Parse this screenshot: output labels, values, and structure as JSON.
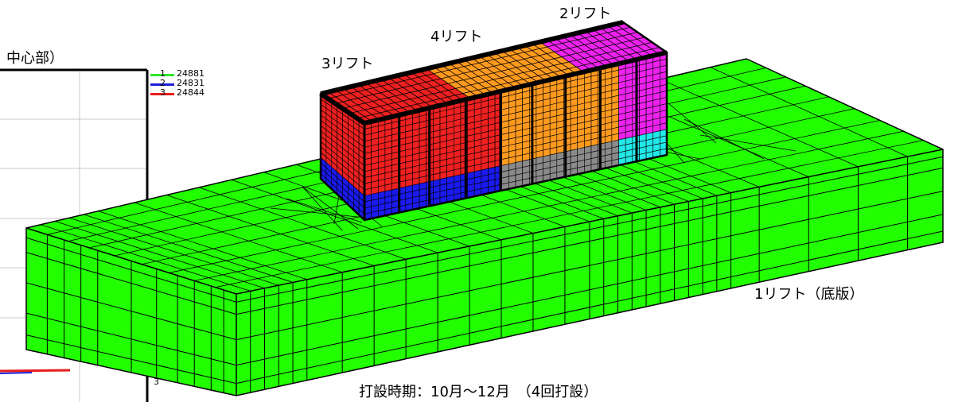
{
  "partial_chart": {
    "title_fragment": "中心部）",
    "legend": [
      {
        "number": "1",
        "value": "24881",
        "color": "#2ee82e"
      },
      {
        "number": "2",
        "value": "24831",
        "color": "#1c1cd8"
      },
      {
        "number": "3",
        "value": "24844",
        "color": "#e81c1c"
      }
    ],
    "tick_label": "3"
  },
  "labels": {
    "lift1": "1リフト（底版）",
    "lift2": "2リフト",
    "lift3": "3リフト",
    "lift4": "4リフト",
    "schedule": "打設時期：10月～12月　（4回打設）"
  },
  "colors": {
    "lift1": "#22ff00",
    "lift3": "#ee2020",
    "lift4": "#ff9a1e",
    "lift2": "#ee22ee",
    "lower_blue": "#1a1aee",
    "lower_gray": "#8a8a8a",
    "lower_cyan": "#22e8e8",
    "mesh_line": "#000000"
  }
}
